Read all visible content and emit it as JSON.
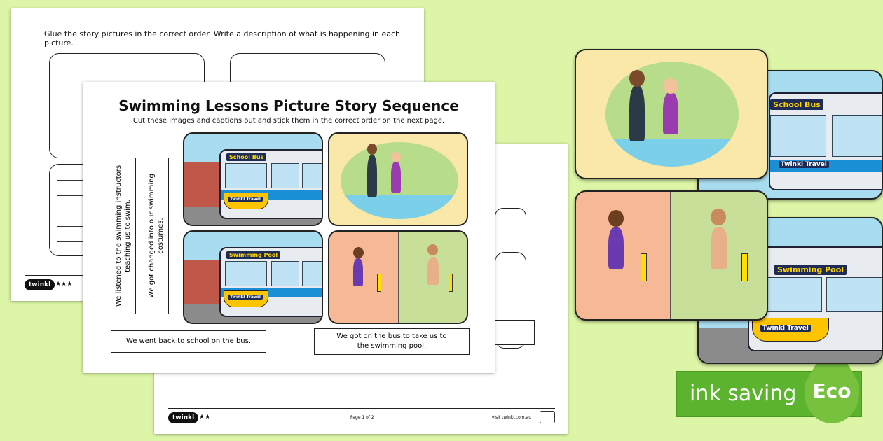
{
  "back_page": {
    "instruction": "Glue the story pictures in the correct order. Write a description of what is happening in each picture.",
    "footer_stars": "★★★",
    "logo": "twinkl"
  },
  "front_page": {
    "title": "Swimming Lessons Picture Story Sequence",
    "subtitle": "Cut these images and captions out and stick them in the correct order on the next page.",
    "captions_vertical": [
      "We listened to the swimming instructors teaching us to swim.",
      "We got changed into our swimming costumes."
    ],
    "captions_horizontal": [
      "We went back to school on the bus.",
      "We got on the bus to take us to the swimming pool."
    ],
    "bus_signs": [
      "School Bus",
      "Swimming Pool"
    ],
    "bus_brand": "Twinkl Travel"
  },
  "third_page": {
    "footer_stars": "★★",
    "page_label": "Page 1 of 2",
    "visit": "visit twinkl.com.au",
    "logo": "twinkl"
  },
  "eco_badge": {
    "text": "ink saving",
    "leaf": "Eco"
  },
  "colors": {
    "background": "#dcf5a6",
    "eco_green": "#5cb32e",
    "bus_blue": "#1a8fd6",
    "bus_yellow": "#ffc400"
  }
}
